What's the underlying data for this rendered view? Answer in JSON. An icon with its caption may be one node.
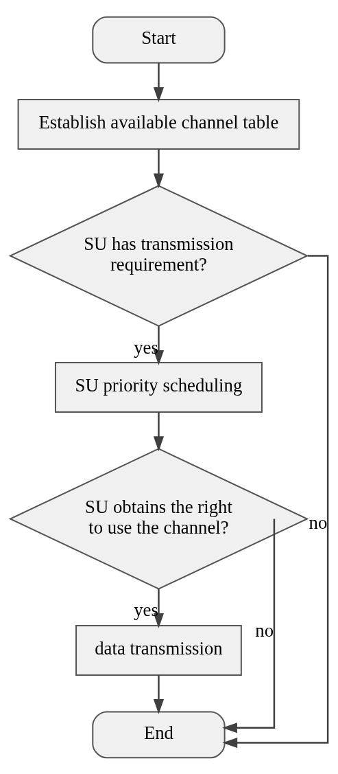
{
  "diagram": {
    "nodes": [
      {
        "text": [
          "Start"
        ]
      },
      {
        "text": [
          "Establish available channel table"
        ]
      },
      {
        "text": [
          "SU has transmission requirement?"
        ]
      },
      {
        "text": [
          "SU priority scheduling"
        ]
      },
      {
        "text": [
          "SU obtains the right to use the channel?"
        ]
      },
      {
        "text": [
          "data transmission"
        ]
      },
      {
        "text": [
          "End"
        ]
      }
    ],
    "edges": [
      {
        "from": 0,
        "to": 1,
        "arrow": "to"
      },
      {
        "from": 1,
        "to": 2,
        "arrow": "to"
      },
      {
        "from": 2,
        "to": 3,
        "arrow": "to",
        "label": "yes"
      },
      {
        "from": 3,
        "to": 4,
        "arrow": "to"
      },
      {
        "from": 4,
        "to": 5,
        "arrow": "to",
        "label": "yes"
      },
      {
        "from": 5,
        "to": 6,
        "arrow": "to"
      },
      {
        "from": 2,
        "to": 6,
        "arrow": "to",
        "label": "no"
      },
      {
        "from": 4,
        "to": 6,
        "arrow": "to",
        "label": "no"
      }
    ]
  }
}
